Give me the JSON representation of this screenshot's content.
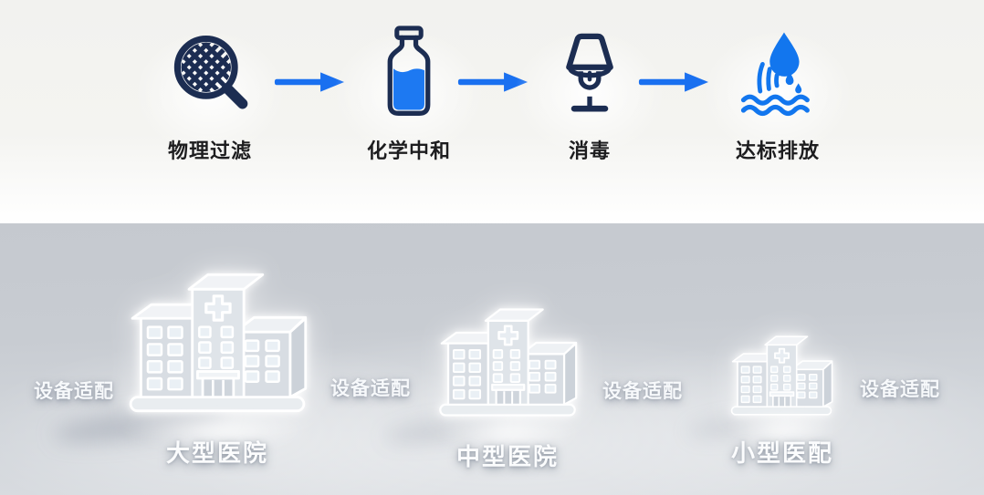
{
  "treatment_flow": {
    "steps": [
      {
        "label": "物理过滤",
        "icon": "filter-mesh-magnifier-icon"
      },
      {
        "label": "化学中和",
        "icon": "chemical-bottle-icon"
      },
      {
        "label": "消毒",
        "icon": "disinfection-lamp-icon"
      },
      {
        "label": "达标排放",
        "icon": "water-discharge-icon"
      }
    ]
  },
  "adaptation": {
    "side_labels": [
      "设备适配",
      "设备适配",
      "设备适配",
      "设备适配"
    ],
    "hospitals": [
      {
        "name": "大型医院",
        "size": "large"
      },
      {
        "name": "中型医院",
        "size": "medium"
      },
      {
        "name": "小型医配",
        "size": "small"
      }
    ]
  },
  "colors": {
    "arrow_blue": "#1a70f0",
    "icon_navy": "#1c2d52",
    "liquid_blue": "#1d79f2",
    "water_blue": "#1276ee",
    "flow_label_dark": "#1d1d1f",
    "hospital_label_light": "#fbfcfd"
  }
}
